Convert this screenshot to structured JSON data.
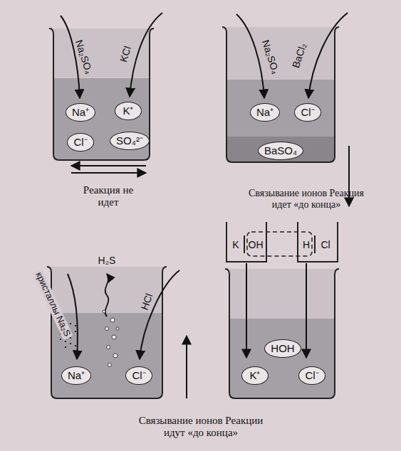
{
  "diagram": {
    "caption": "Связывание ионов Реакции идут «до конца»",
    "nodes": [
      {
        "text": [
          "Na⁺"
        ]
      },
      {
        "text": [
          "K⁺"
        ]
      },
      {
        "text": [
          "Cl⁻"
        ]
      },
      {
        "text": [
          "SO₄²⁻"
        ]
      },
      {
        "text": [
          "Na⁺"
        ]
      },
      {
        "text": [
          "Cl⁻"
        ]
      },
      {
        "text": [
          "BaSO₄"
        ]
      },
      {
        "text": [
          "Na⁺"
        ]
      },
      {
        "text": [
          "Cl⁻"
        ]
      },
      {
        "text": [
          "HOH"
        ]
      },
      {
        "text": [
          "K⁺"
        ]
      },
      {
        "text": [
          "Cl⁻"
        ]
      }
    ],
    "labels": [
      "Na₂SO₄",
      "KCl",
      "Реакция не идет",
      "Na₂SO₄",
      "BaCl₂",
      "Связывание ионов Реакция идет «до конца»",
      "H₂S",
      "кристаллы Na₂S",
      "HCl",
      "K",
      "OH",
      "H",
      "Cl"
    ]
  }
}
